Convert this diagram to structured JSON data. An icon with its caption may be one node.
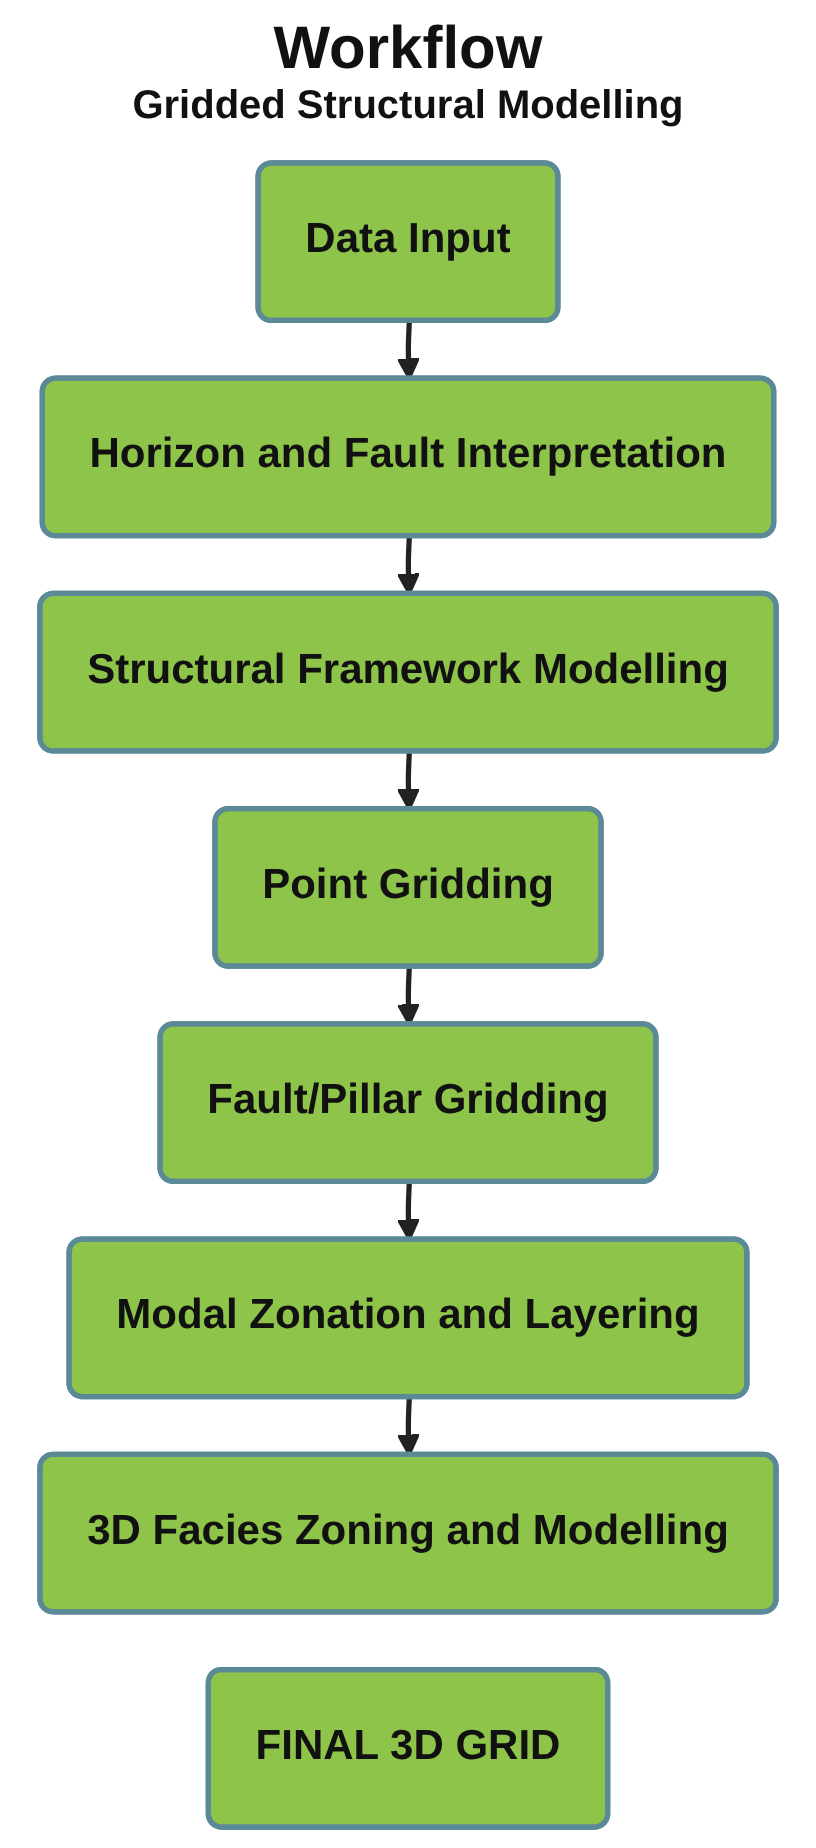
{
  "diagram": {
    "title": "Workflow",
    "nodes": [
      {
        "text": [
          "Data Input"
        ]
      },
      {
        "text": [
          "Horizon and Fault Interpretation"
        ]
      },
      {
        "text": [
          "Structural Framework Modelling"
        ]
      },
      {
        "text": [
          "Point Gridding"
        ]
      },
      {
        "text": [
          "Fault/Pillar Gridding"
        ]
      },
      {
        "text": [
          "Modal Zonation and Layering"
        ]
      },
      {
        "text": [
          "3D Facies Zoning and Modelling"
        ]
      },
      {
        "text": [
          "FINAL 3D GRID"
        ]
      }
    ],
    "edges": [
      {
        "from": 0,
        "to": 1,
        "arrow": "to"
      },
      {
        "from": 1,
        "to": 2,
        "arrow": "to"
      },
      {
        "from": 2,
        "to": 3,
        "arrow": "to"
      },
      {
        "from": 3,
        "to": 4,
        "arrow": "to"
      },
      {
        "from": 4,
        "to": 5,
        "arrow": "to"
      },
      {
        "from": 5,
        "to": 6,
        "arrow": "to"
      }
    ],
    "labels": [
      "Gridded Structural Modelling"
    ]
  }
}
